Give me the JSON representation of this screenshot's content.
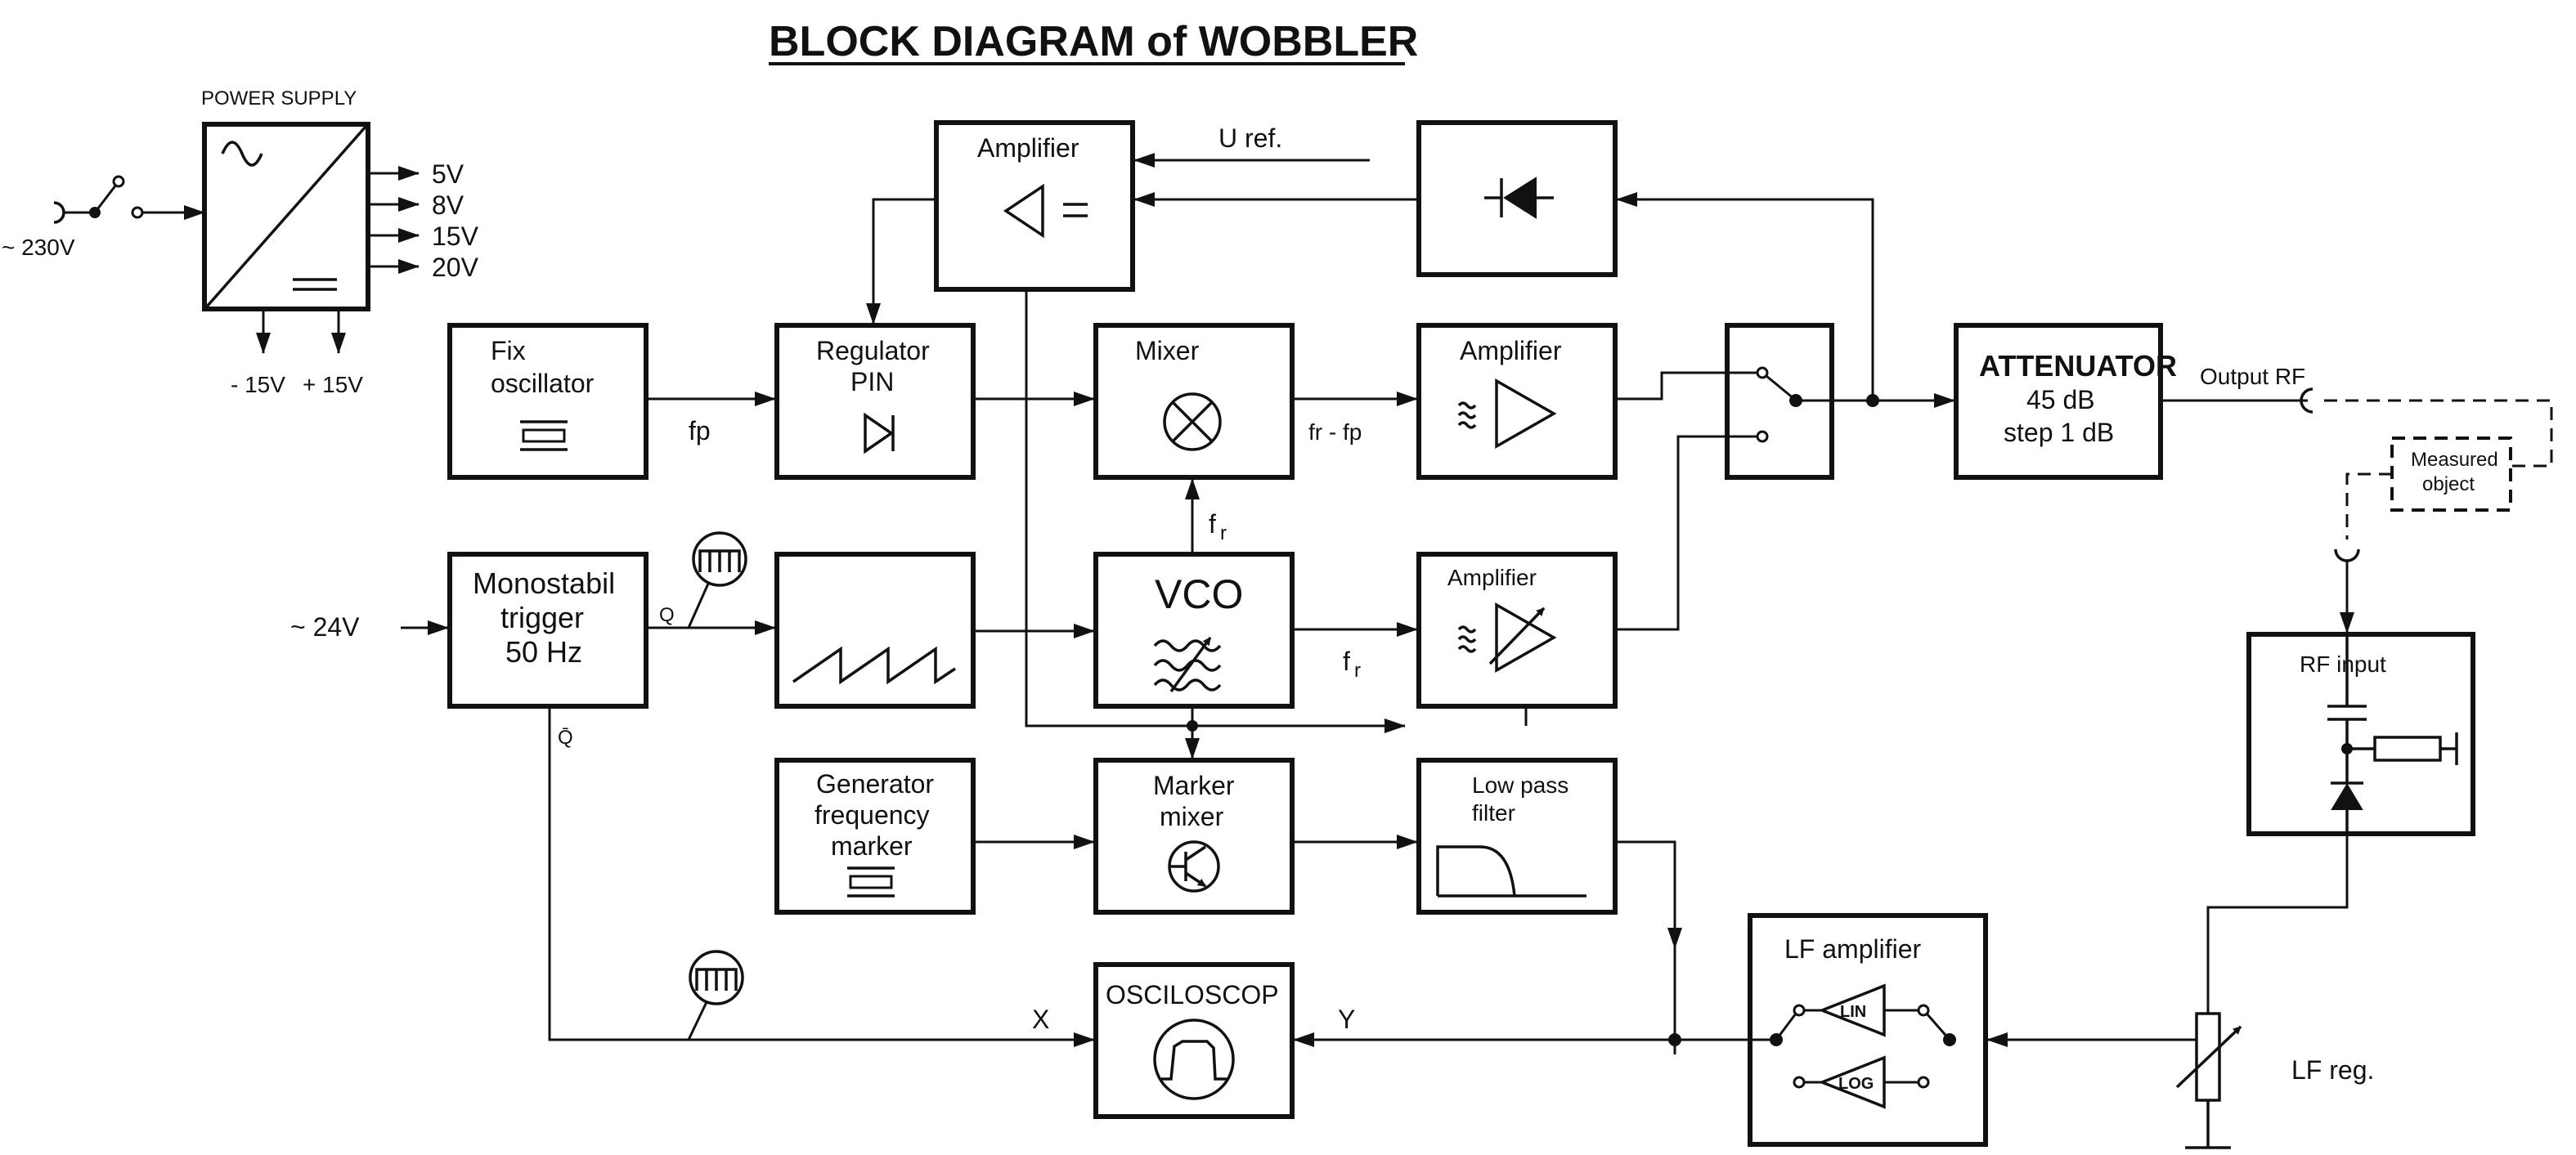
{
  "title": "BLOCK DIAGRAM of  WOBBLER",
  "power_supply": {
    "label": "POWER SUPPLY",
    "mains": "~ 230V",
    "outputs": [
      "5V",
      "8V",
      "15V",
      "20V"
    ],
    "neg_out": "- 15V",
    "pos_out": "+ 15V"
  },
  "blocks": {
    "fix_oscillator": [
      "Fix",
      "oscillator"
    ],
    "regulator_pin": [
      "Regulator",
      "PIN"
    ],
    "mixer": "Mixer",
    "amplifier_top": "Amplifier",
    "amplifier_rf": "Amplifier",
    "amplifier_vco": "Amplifier",
    "attenuator": [
      "ATTENUATOR",
      "45 dB",
      "step 1 dB"
    ],
    "monostabil": [
      "Monostabil",
      "trigger",
      "50 Hz"
    ],
    "vco": "VCO",
    "generator_marker": [
      "Generator",
      "frequency",
      "marker"
    ],
    "marker_mixer": [
      "Marker",
      "mixer"
    ],
    "low_pass": [
      "Low pass",
      "filter"
    ],
    "osciloscop": "OSCILOSCOP",
    "lf_amplifier": "LF amplifier",
    "rf_input": "RF input",
    "measured_object": [
      "Measured",
      "object"
    ],
    "lin": "LIN",
    "log": "LOG"
  },
  "signals": {
    "u_ref": "U ref.",
    "fp": "fp",
    "fr_fp": "fr - fp",
    "fr_main": "f",
    "fr_sub": "r",
    "fr2_main": "f",
    "fr2_sub": "r",
    "v24": "~ 24V",
    "q": "Q",
    "q_bar": "Q̄",
    "x": "X",
    "y": "Y",
    "output_rf": "Output RF",
    "lf_reg": "LF reg."
  }
}
